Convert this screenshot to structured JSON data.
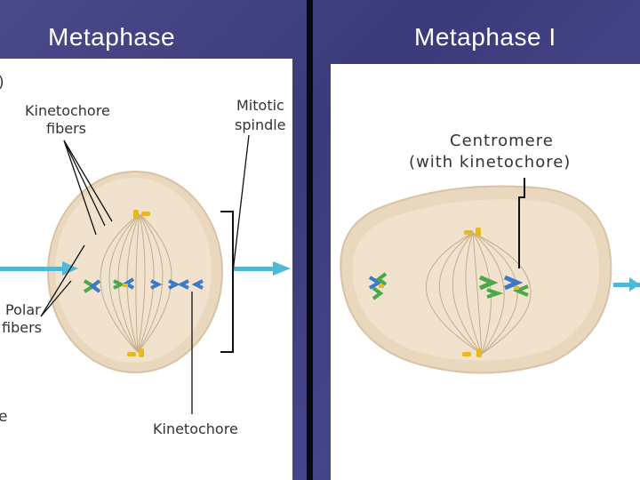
{
  "slide": {
    "left_title": "Metaphase",
    "right_title": "Metaphase I"
  },
  "left_diagram": {
    "panel_letter": ")",
    "edge_letter": "e",
    "kinetochore_fibers_line1": "Kinetochore",
    "kinetochore_fibers_line2": "fibers",
    "mitotic_spindle_line1": "Mitotic",
    "mitotic_spindle_line2": "spindle",
    "polar_fibers_line1": "Polar",
    "polar_fibers_line2": "fibers",
    "kinetochore": "Kinetochore"
  },
  "right_diagram": {
    "centromere_line1": "Centromere",
    "centromere_line2": "(with kinetochore)"
  },
  "colors": {
    "background": "#3f3f82",
    "cell_fill": "#e9d7be",
    "arrow": "#4fb8d6",
    "chromosome_blue": "#3a7ac8",
    "chromosome_green": "#4aa84a",
    "centriole": "#e8b820"
  }
}
